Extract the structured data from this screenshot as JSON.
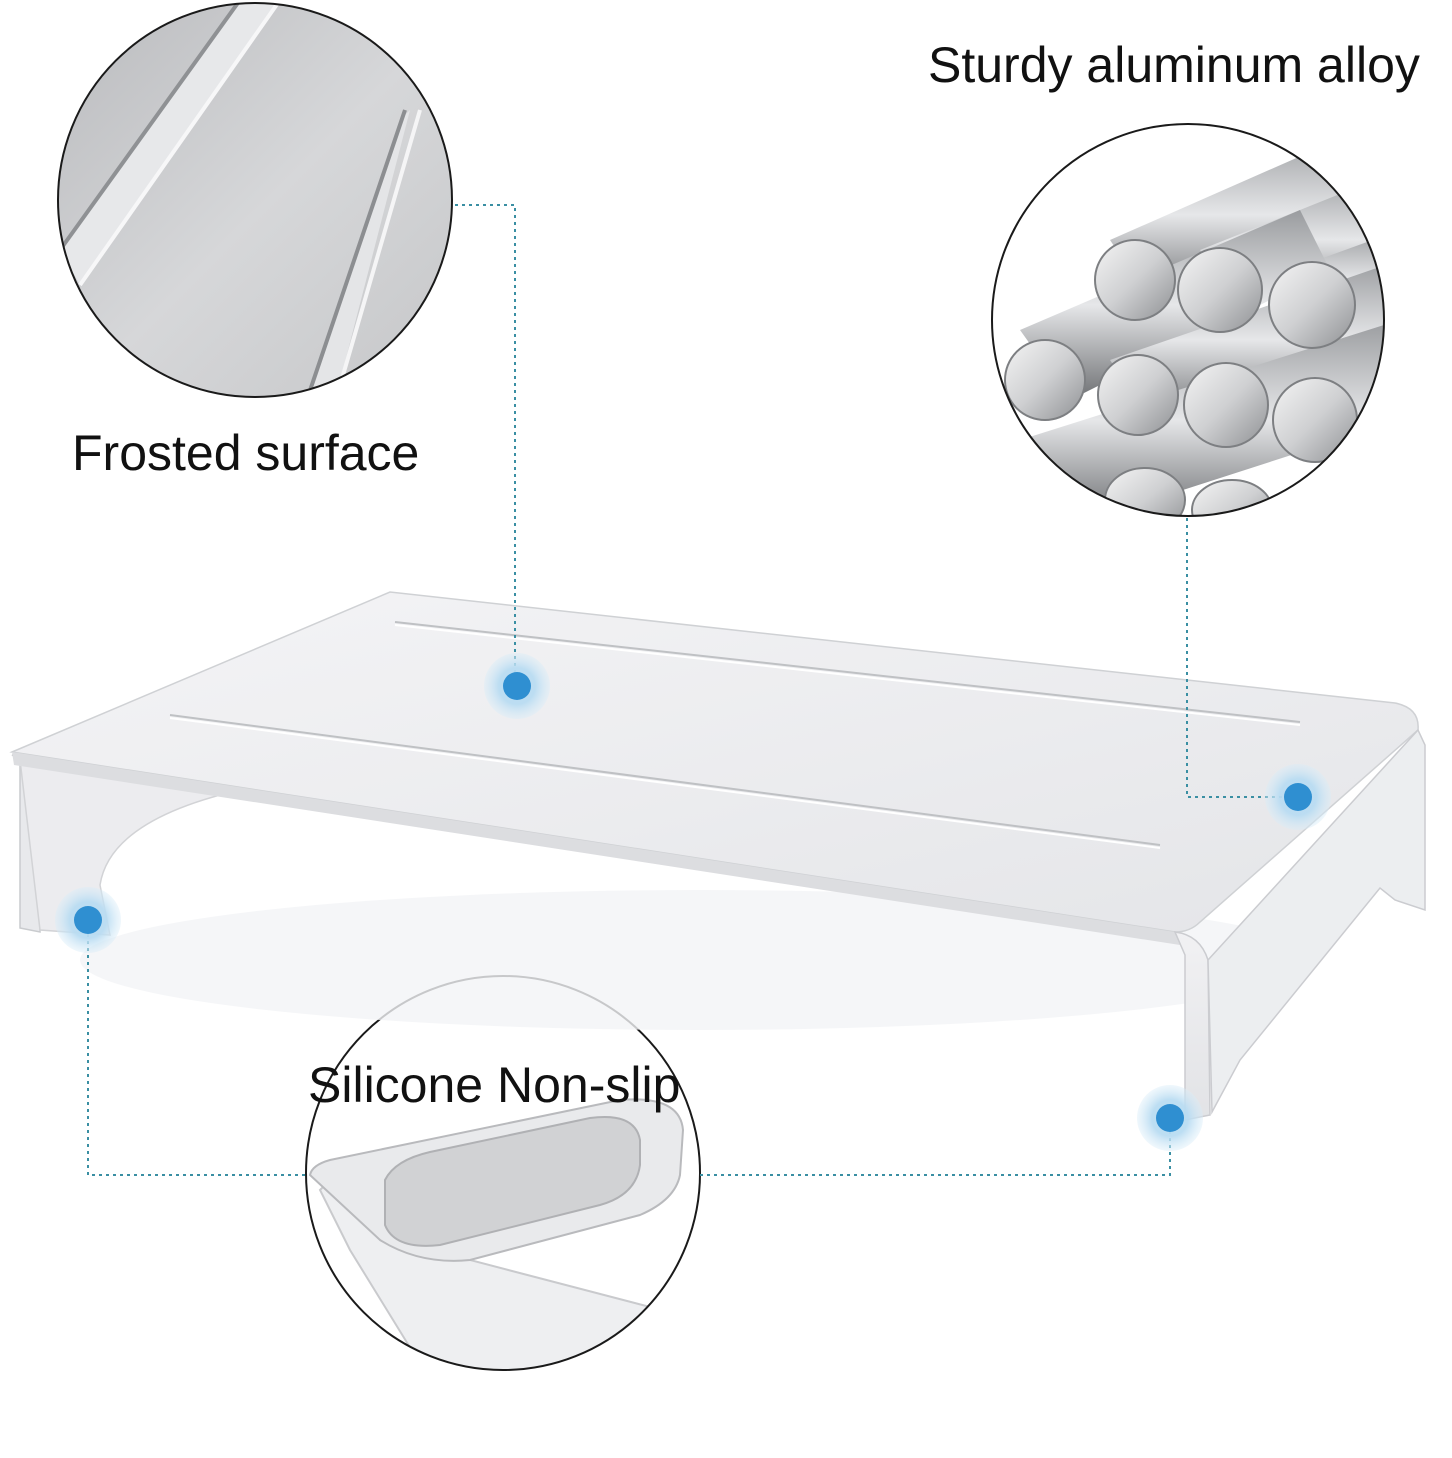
{
  "callouts": {
    "frosted_surface": "Frosted surface",
    "aluminum_alloy": "Sturdy aluminum alloy",
    "silicone_nonslip": "Silicone Non-slip"
  },
  "colors": {
    "accent_dot": "#2f8fd1",
    "leader_line": "#3a8fa3",
    "product_silver": "#e8e9ec"
  },
  "icons": {
    "frosted_zoom": "frosted-surface-zoom-icon",
    "alloy_zoom": "aluminum-rods-zoom-icon",
    "silicone_zoom": "silicone-pad-zoom-icon"
  }
}
